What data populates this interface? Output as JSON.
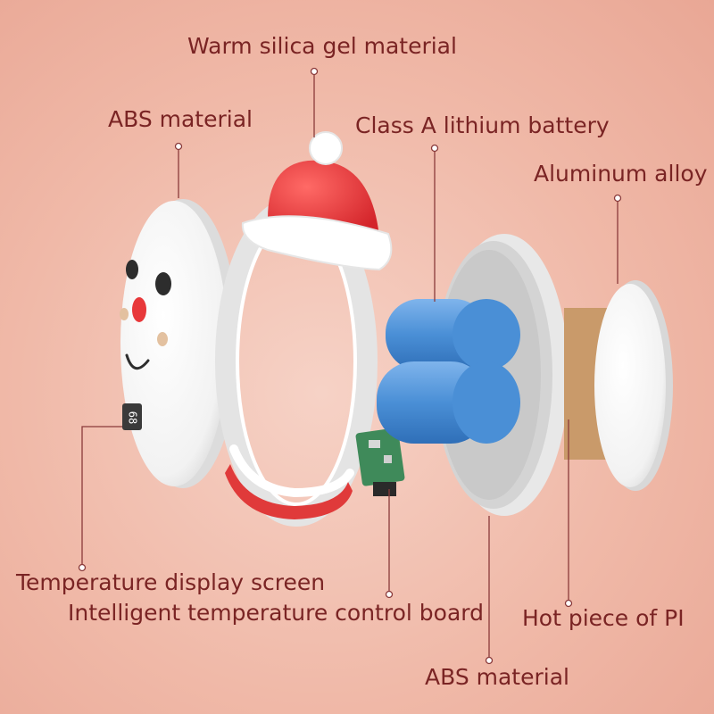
{
  "labels": {
    "warm_silica_gel": "Warm silica gel material",
    "abs_top": "ABS material",
    "lithium_battery": "Class A lithium battery",
    "aluminum_alloy": "Aluminum alloy",
    "temperature_display": "Temperature display screen",
    "control_board": "Intelligent temperature control board",
    "hot_piece": "Hot piece of PI",
    "abs_bottom": "ABS material"
  },
  "display_reading": "68",
  "colors": {
    "label_text": "#7a2424",
    "leader_line": "#8a3a3a",
    "hat_red": "#e8383a",
    "battery_blue": "#4a8fd6",
    "shell_white": "#fbfbfb",
    "pi_heater": "#c99a6a",
    "pcb_green": "#3f8a5a"
  }
}
